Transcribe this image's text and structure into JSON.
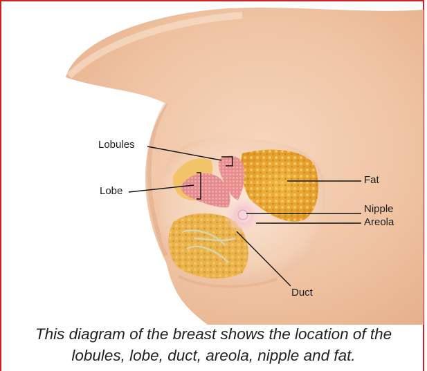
{
  "labels": {
    "lobules": "Lobules",
    "lobe": "Lobe",
    "fat": "Fat",
    "nipple": "Nipple",
    "areola": "Areola",
    "duct": "Duct"
  },
  "caption": {
    "line1": "This diagram of the breast shows the location of the",
    "line2": "lobules, lobe, duct, areola, nipple and fat."
  },
  "colors": {
    "frame": "#d21f26",
    "skin": "#f1c7a8",
    "fat": "#e9a52a",
    "lobule": "#e68a8a",
    "areola": "#f2b8bf"
  }
}
